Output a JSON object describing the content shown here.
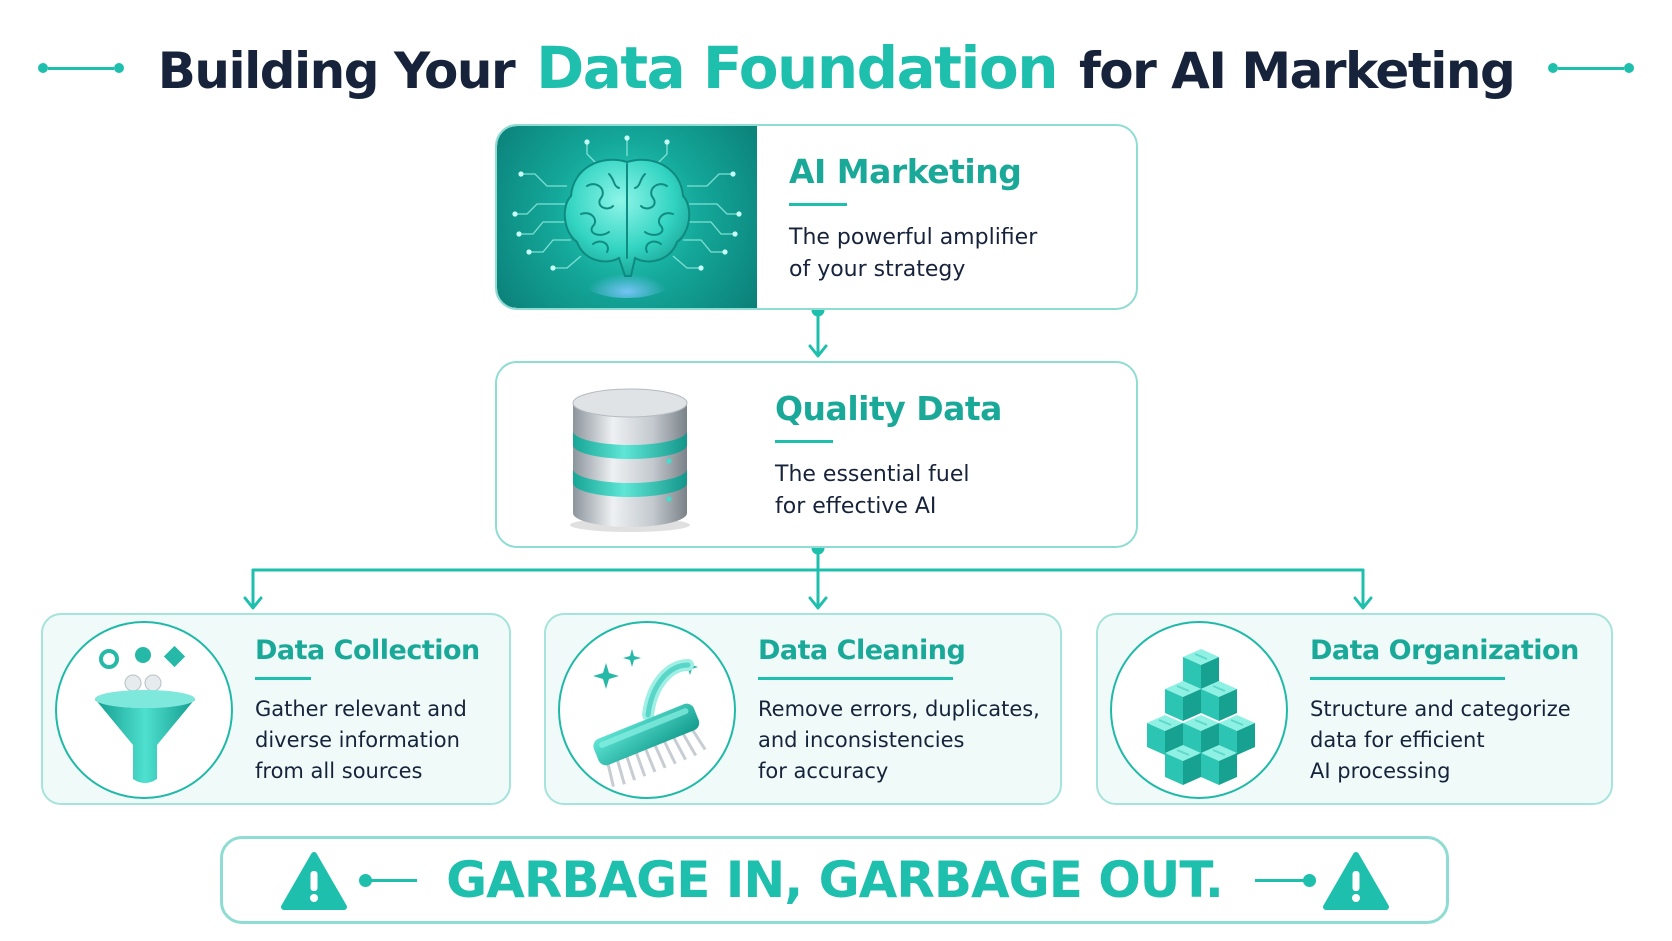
{
  "title": {
    "before": "Building Your",
    "accent": "Data Foundation",
    "after": "for AI Marketing"
  },
  "top": {
    "title": "AI Marketing",
    "desc_line1": "The powerful amplifier",
    "desc_line2": "of your strategy",
    "icon": "brain-circuit-icon"
  },
  "middle": {
    "title": "Quality Data",
    "desc_line1": "The essential fuel",
    "desc_line2": "for effective AI",
    "icon": "database-icon"
  },
  "pillars": [
    {
      "title": "Data Collection",
      "desc_line1": "Gather relevant and",
      "desc_line2": "diverse information",
      "desc_line3": "from all sources",
      "icon": "funnel-icon"
    },
    {
      "title": "Data Cleaning",
      "desc_line1": "Remove errors, duplicates,",
      "desc_line2": "and inconsistencies",
      "desc_line3": "for accuracy",
      "icon": "brush-icon"
    },
    {
      "title": "Data Organization",
      "desc_line1": "Structure and categorize",
      "desc_line2": "data for efficient",
      "desc_line3": "AI processing",
      "icon": "cubes-icon"
    }
  ],
  "banner": {
    "text": "GARBAGE IN, GARBAGE OUT.",
    "icon": "warning-icon"
  },
  "colors": {
    "accent": "#1fbfad",
    "navy": "#16233a",
    "border": "#8fdcd3"
  }
}
